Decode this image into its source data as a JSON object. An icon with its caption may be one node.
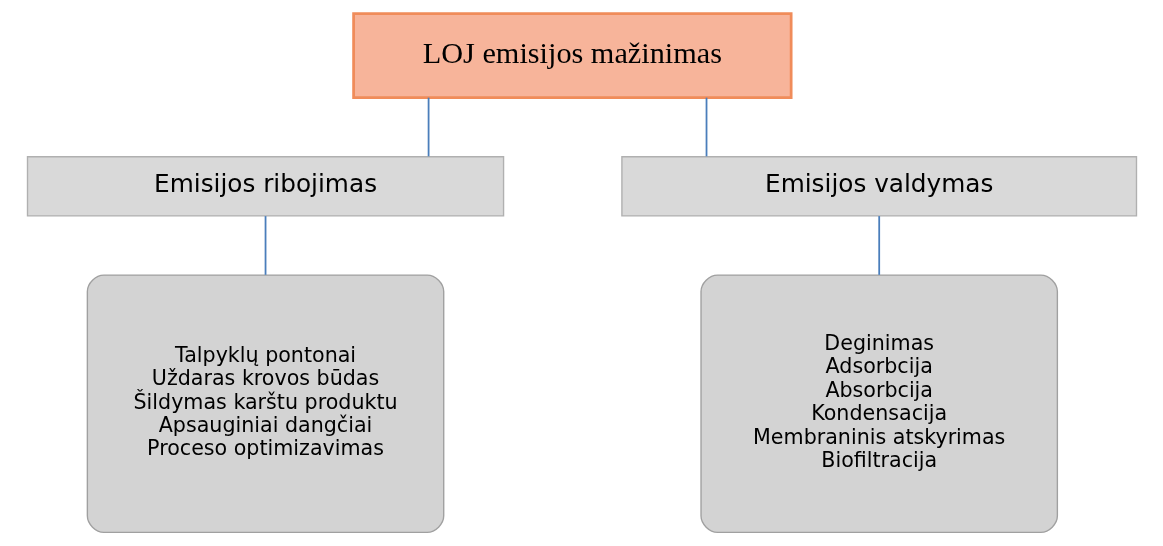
{
  "diagram": {
    "nodes": [
      {
        "text": [
          "LOJ emisijos mažinimas"
        ]
      },
      {
        "text": [
          "Emisijos ribojimas"
        ]
      },
      {
        "text": [
          "Emisijos valdymas"
        ]
      },
      {
        "text": [
          "Talpyklų pontonai",
          "Uždaras krovos būdas",
          "Šildymas karštu produktu",
          "Apsauginiai dangčiai",
          "Proceso optimizavimas"
        ]
      },
      {
        "text": [
          "Deginimas",
          "Adsorbcija",
          "Absorbcija",
          "Kondensacija",
          "Membraninis atskyrimas",
          "Biofiltracija"
        ]
      }
    ],
    "edges": [
      {
        "from": 0,
        "to": 1,
        "arrow": "none"
      },
      {
        "from": 0,
        "to": 2,
        "arrow": "none"
      },
      {
        "from": 1,
        "to": 3,
        "arrow": "none"
      },
      {
        "from": 2,
        "to": 4,
        "arrow": "none"
      }
    ]
  }
}
